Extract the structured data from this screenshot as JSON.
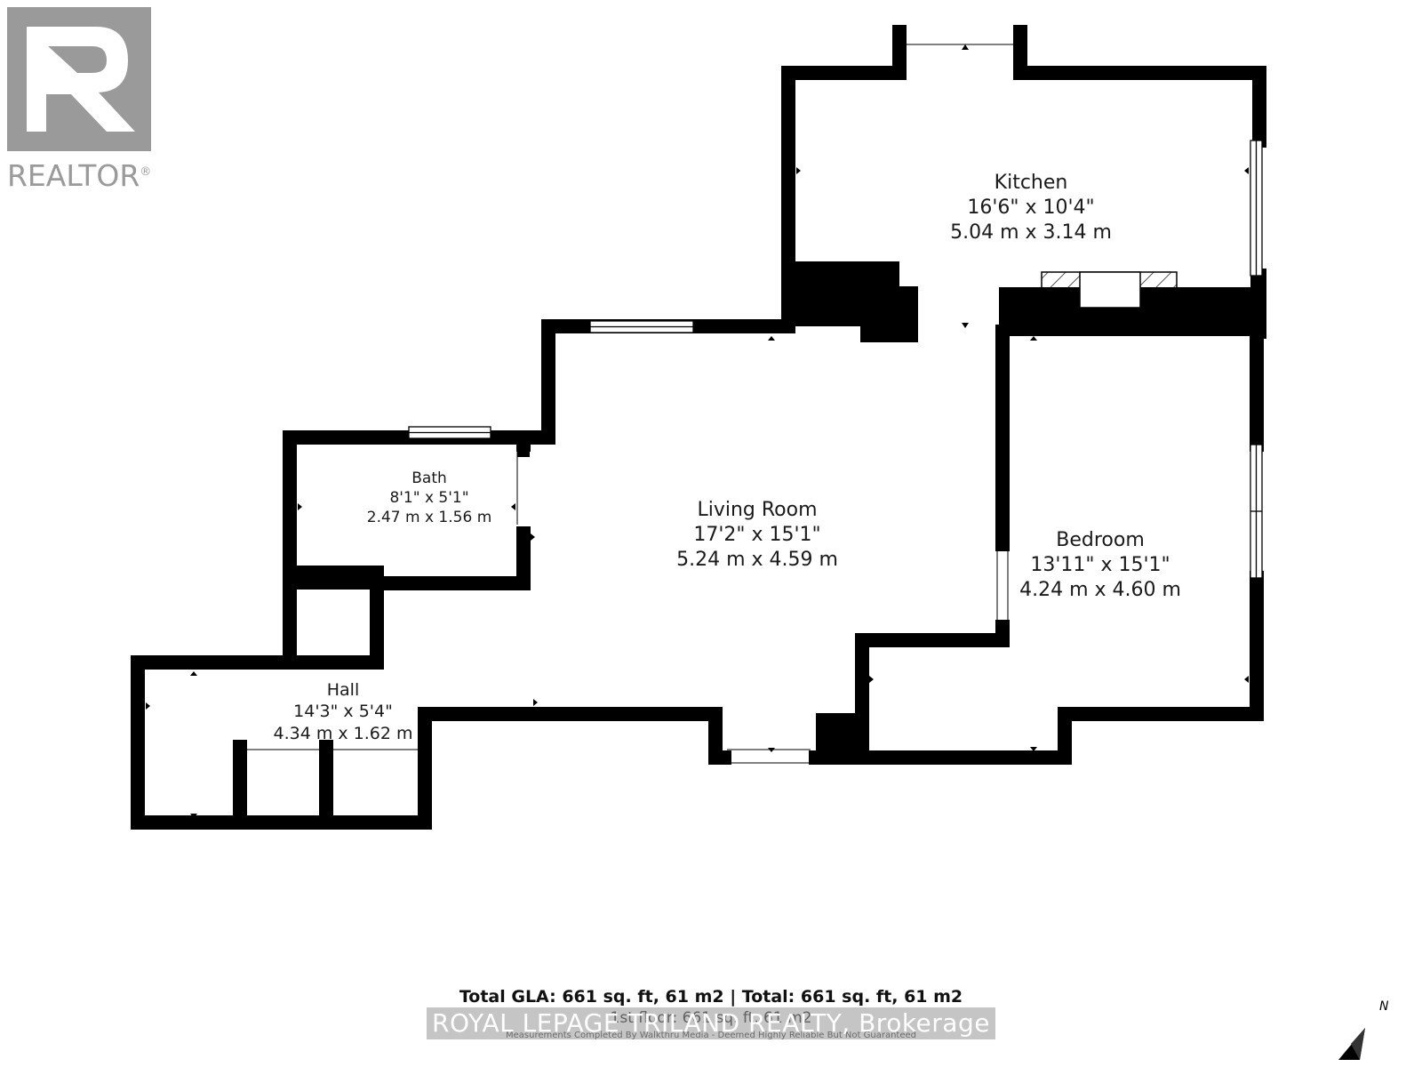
{
  "logo": {
    "word": "REALTOR",
    "reg": "®",
    "letter": "R"
  },
  "rooms": {
    "kitchen": {
      "name": "Kitchen",
      "imperial": "16'6\" x 10'4\"",
      "metric": "5.04 m x 3.14 m"
    },
    "bath": {
      "name": "Bath",
      "imperial": "8'1\" x 5'1\"",
      "metric": "2.47 m x 1.56 m"
    },
    "living": {
      "name": "Living Room",
      "imperial": "17'2\" x 15'1\"",
      "metric": "5.24 m x 4.59 m"
    },
    "bedroom": {
      "name": "Bedroom",
      "imperial": "13'11\" x 15'1\"",
      "metric": "4.24 m x 4.60 m"
    },
    "hall": {
      "name": "Hall",
      "imperial": "14'3\" x 5'4\"",
      "metric": "4.34 m x 1.62 m"
    }
  },
  "footer": {
    "total": "Total GLA: 661 sq. ft, 61 m2 | Total: 661 sq. ft, 61 m2",
    "floor": "1st floor: 661 sq. ft, 61 m2",
    "disclaimer": "Measurements Completed By Walkthru Media - Deemed Highly Reliable But Not Guaranteed"
  },
  "watermark": "ROYAL LEPAGE TRILAND REALTY, Brokerage",
  "compass": {
    "label": "N"
  },
  "colors": {
    "wall": "#000000",
    "logo_gray": "#9a9a9a",
    "watermark_bg": "#969696"
  }
}
